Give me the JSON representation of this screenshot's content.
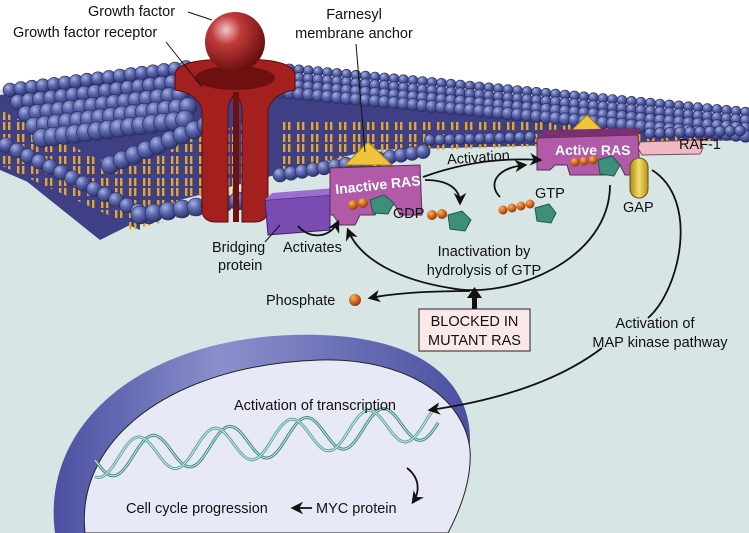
{
  "title": "RAS signaling pathway",
  "colors": {
    "background_cytoplasm": "#d7e6e4",
    "membrane_head": "#5b68ad",
    "membrane_body": "#3f3f86",
    "lipid_tail": "#e2a62c",
    "receptor": "#a3201f",
    "growth_factor": "#b52a2b",
    "ras": "#b05aa8",
    "bridging_protein": "#7a4bb0",
    "farnesyl_anchor": "#f0c53a",
    "phosphate": "#d56f17",
    "gdp_gtp_pentagon": "#3d8f7c",
    "gap": "#d9b52a",
    "raf1": "#f0b9c6",
    "nucleus_fill": "#e8e9f6",
    "nucleus_envelope": "#5d64ae",
    "dna": "#4f9b90",
    "blocked_box": "#fbe9ea"
  },
  "labels": {
    "growth_factor": "Growth factor",
    "growth_factor_receptor": "Growth factor receptor",
    "farnesyl_line1": "Farnesyl",
    "farnesyl_line2": "membrane anchor",
    "inactive_ras": "Inactive RAS",
    "active_ras": "Active RAS",
    "raf1": "RAF-1",
    "activation": "Activation",
    "gtp": "GTP",
    "gdp": "GDP",
    "gap": "GAP",
    "bridging_line1": "Bridging",
    "bridging_line2": "protein",
    "activates": "Activates",
    "inactivation_line1": "Inactivation by",
    "inactivation_line2": "hydrolysis of GTP",
    "phosphate": "Phosphate",
    "blocked_line1": "BLOCKED IN",
    "blocked_line2": "MUTANT RAS",
    "map_line1": "Activation of",
    "map_line2": "MAP kinase pathway",
    "transcription": "Activation of transcription",
    "cell_cycle": "Cell cycle progression",
    "myc": "MYC protein"
  }
}
